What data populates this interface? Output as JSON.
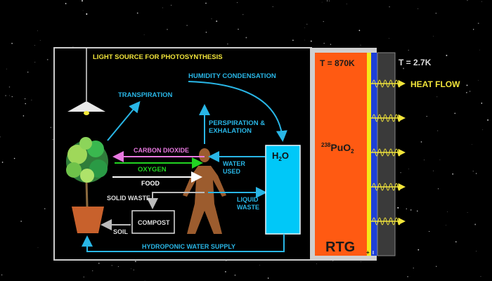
{
  "diagram": {
    "light_source": "LIGHT SOURCE FOR PHOTOSYNTHESIS",
    "humidity": "HUMIDITY CONDENSATION",
    "transpiration": "TRANSPIRATION",
    "perspiration_1": "PERSPIRATION &",
    "perspiration_2": "EXHALATION",
    "carbon_dioxide": "CARBON DIOXIDE",
    "oxygen": "OXYGEN",
    "food": "FOOD",
    "water_used_1": "WATER",
    "water_used_2": "USED",
    "solid_waste": "SOLID WASTE",
    "liquid_waste_1": "LIQUID",
    "liquid_waste_2": "WASTE",
    "compost": "COMPOST",
    "soil": "SOIL",
    "hydroponic": "HYDROPONIC WATER SUPPLY",
    "h2o_main": "H",
    "h2o_sub": "2",
    "h2o_end": "O"
  },
  "rtg": {
    "hot_temp": "T = 870K",
    "cold_temp": "T = 2.7K",
    "isotope_mass": "238",
    "isotope_main": "PuO",
    "isotope_sub": "2",
    "label": "RTG",
    "heat_flow": "HEAT FLOW",
    "plus": "+",
    "minus": "I"
  },
  "colors": {
    "cyan": "#29b6e6",
    "magenta": "#e879e0",
    "green": "#22d422",
    "yellow": "#f2e53a",
    "orange": "#ff5a12",
    "tank": "#00c8f8",
    "person": "#9c5c2e",
    "pot": "#c8612c"
  }
}
